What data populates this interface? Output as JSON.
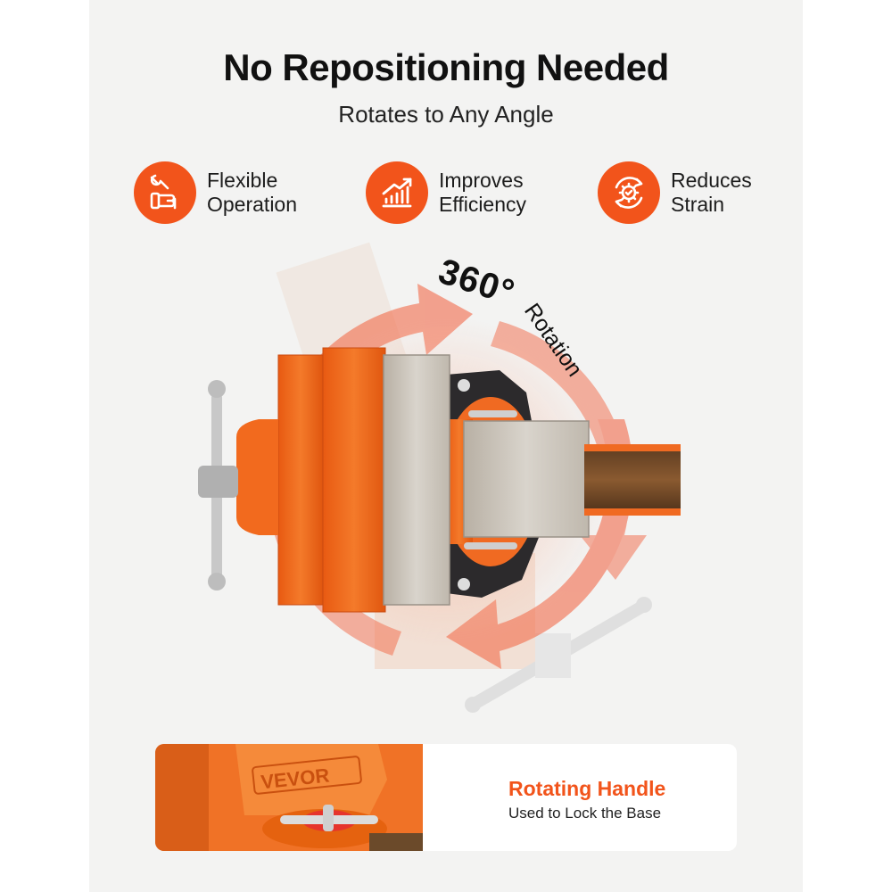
{
  "header": {
    "title": "No Repositioning Needed",
    "subtitle": "Rotates to Any Angle"
  },
  "features": [
    {
      "label": "Flexible\nOperation",
      "icon": "hand-wrench-icon"
    },
    {
      "label": "Improves\nEfficiency",
      "icon": "growth-chart-icon"
    },
    {
      "label": "Reduces\nStrain",
      "icon": "cycle-gear-icon"
    }
  ],
  "rotation": {
    "degrees": "360°",
    "label": "Rotation"
  },
  "callout": {
    "title": "Rotating Handle",
    "subtitle": "Used to Lock the Base",
    "brand_mark": "VEVOR"
  },
  "colors": {
    "accent": "#f2541b",
    "vise_orange": "#f26a1e",
    "steel": "#cfc9bf",
    "background": "#f3f3f2"
  }
}
